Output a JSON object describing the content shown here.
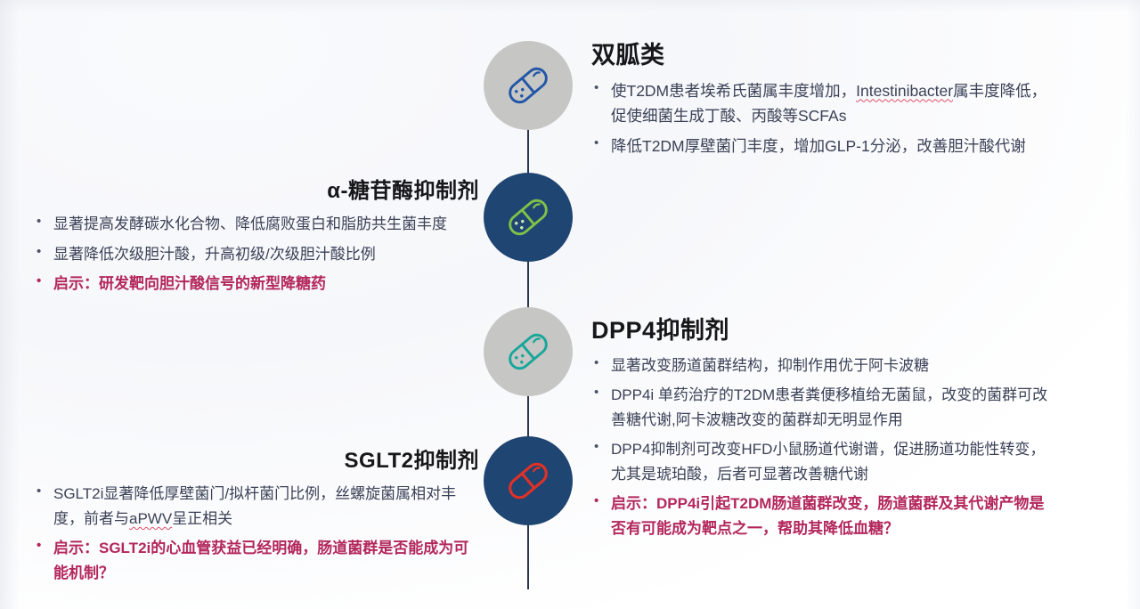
{
  "slide": {
    "background_color": "#f8f9fb",
    "spine_color": "#2a3550"
  },
  "palette": {
    "heading": "#17171a",
    "body_text": "#3b4257",
    "accent_red": "#b3275c",
    "node_gray": "#c6c6c4",
    "node_navy": "#1f4572",
    "capsule_blue": "#2156a8",
    "capsule_green": "#7ec24a",
    "capsule_teal": "#17a79a",
    "capsule_red": "#e03127"
  },
  "nodes": [
    {
      "name": "biguanide",
      "icon": "capsule-icon",
      "circle_fill": "#c6c6c4",
      "capsule_color": "#2156a8"
    },
    {
      "name": "alpha-glucosidase-inhibitor",
      "icon": "capsule-icon",
      "circle_fill": "#1f4572",
      "capsule_color": "#7ec24a"
    },
    {
      "name": "dpp4-inhibitor",
      "icon": "capsule-icon",
      "circle_fill": "#c6c6c4",
      "capsule_color": "#17a79a"
    },
    {
      "name": "sglt2-inhibitor",
      "icon": "capsule-icon",
      "circle_fill": "#1f4572",
      "capsule_color": "#e03127"
    }
  ],
  "sections": {
    "biguanide": {
      "heading": "双胍类",
      "bullets": [
        {
          "prefix": "使T2DM患者埃希氏菌属丰度增加，",
          "emphasis": "Intestinibacter",
          "suffix": "属丰度降低，促使细菌生成丁酸、丙酸等SCFAs",
          "accent": false
        },
        {
          "prefix": "降低T2DM厚壁菌门丰度，增加GLP-1分泌，改善胆汁酸代谢",
          "emphasis": "",
          "suffix": "",
          "accent": false
        }
      ]
    },
    "alpha_glucosidase": {
      "heading": "α-糖苷酶抑制剂",
      "bullets": [
        {
          "prefix": "显著提高发酵碳水化合物、降低腐败蛋白和脂肪共生菌丰度",
          "emphasis": "",
          "suffix": "",
          "accent": false
        },
        {
          "prefix": "显著降低次级胆汁酸，升高初级/次级胆汁酸比例",
          "emphasis": "",
          "suffix": "",
          "accent": false
        },
        {
          "prefix": "启示：研发靶向胆汁酸信号的新型降糖药",
          "emphasis": "",
          "suffix": "",
          "accent": true
        }
      ]
    },
    "dpp4": {
      "heading": "DPP4抑制剂",
      "bullets": [
        {
          "prefix": "显著改变肠道菌群结构，抑制作用优于阿卡波糖",
          "emphasis": "",
          "suffix": "",
          "accent": false
        },
        {
          "prefix": "DPP4i 单药治疗的T2DM患者粪便移植给无菌鼠，改变的菌群可改善糖代谢,阿卡波糖改变的菌群却无明显作用",
          "emphasis": "",
          "suffix": "",
          "accent": false
        },
        {
          "prefix": "DPP4抑制剂可改变HFD小鼠肠道代谢谱，促进肠道功能性转变，尤其是琥珀酸，后者可显著改善糖代谢",
          "emphasis": "",
          "suffix": "",
          "accent": false
        },
        {
          "prefix": "启示：DPP4i引起T2DM肠道菌群改变，肠道菌群及其代谢产物是否有可能成为靶点之一，帮助其降低血糖？",
          "emphasis": "",
          "suffix": "",
          "accent": true
        }
      ]
    },
    "sglt2": {
      "heading": "SGLT2抑制剂",
      "bullets": [
        {
          "prefix": "SGLT2i显著降低厚壁菌门/拟杆菌门比例，丝螺旋菌属相对丰度，前者与",
          "emphasis": "aPWV",
          "suffix": "呈正相关",
          "accent": false
        },
        {
          "prefix": "启示：SGLT2i的心血管获益已经明确，肠道菌群是否能成为可能机制？",
          "emphasis": "",
          "suffix": "",
          "accent": true
        }
      ]
    }
  }
}
